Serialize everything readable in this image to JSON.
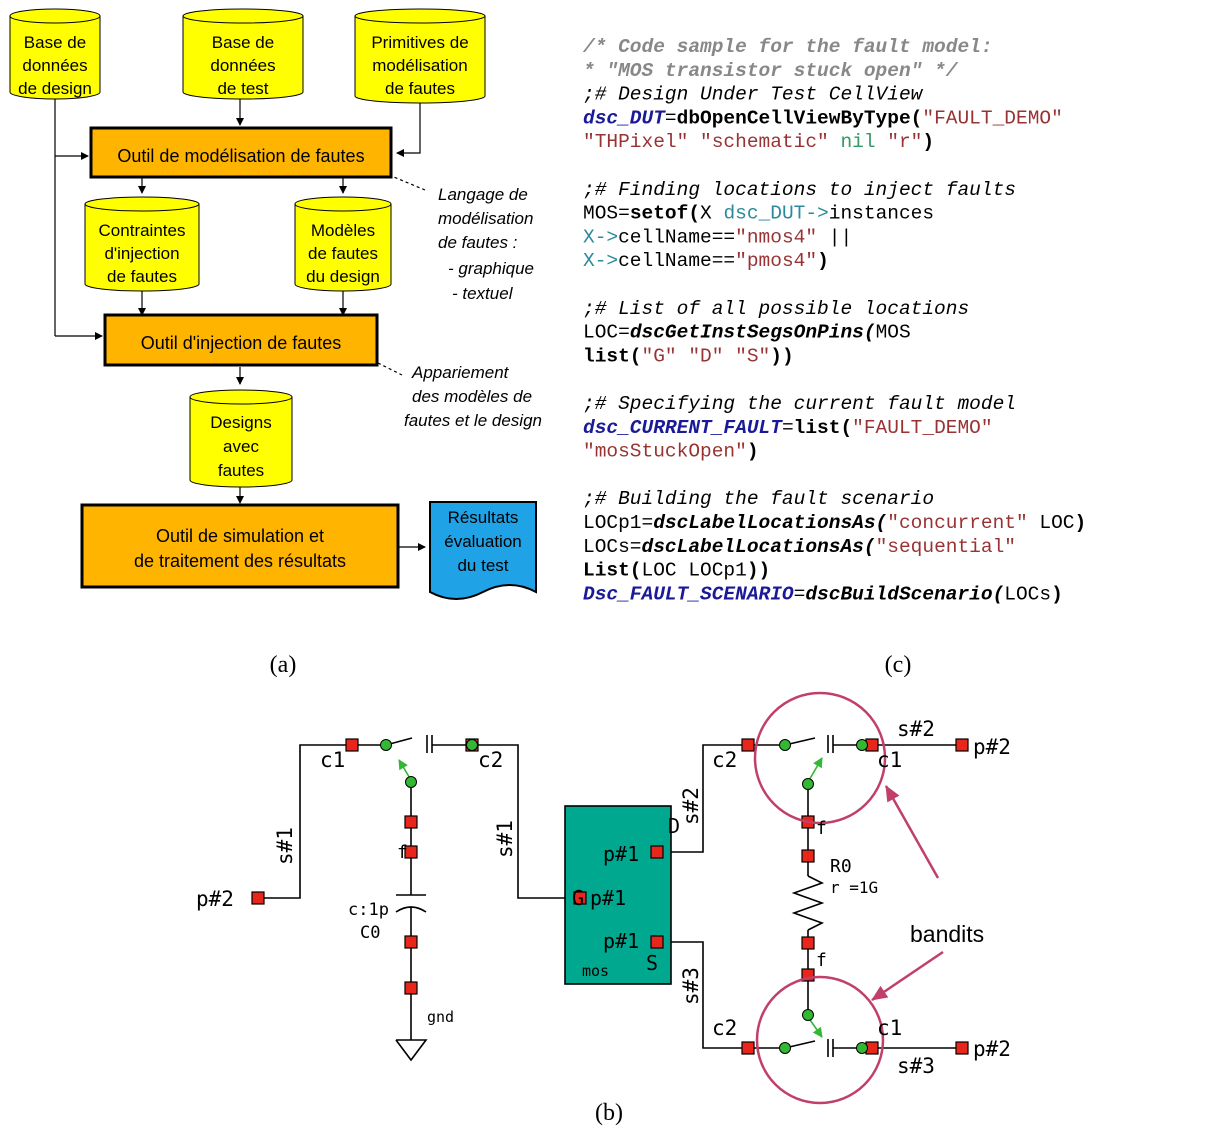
{
  "colors": {
    "cylinder_fill": "#ffff00",
    "box_fill": "#ffb400",
    "results_fill": "#1fa2e6",
    "mos_fill": "#00a890",
    "pin_fill": "#e8261c",
    "node_fill": "#33b833",
    "circle_stroke": "#c0406a",
    "arrow_color": "#c0406a",
    "code_comment": "#888888",
    "code_keyword": "#1a1a99",
    "code_string": "#993333",
    "code_nil": "#339966",
    "code_teal": "#2a8a9a"
  },
  "panel_a": {
    "db_design": [
      "Base de",
      "données",
      "de design"
    ],
    "db_test": [
      "Base de",
      "données",
      "de test"
    ],
    "primitives": [
      "Primitives de",
      "modélisation",
      "de fautes"
    ],
    "tool_model": "Outil de modélisation de fautes",
    "constraints": [
      "Contraintes",
      "d'injection",
      "de fautes"
    ],
    "fault_models": [
      "Modèles",
      "de fautes",
      "du design"
    ],
    "lang_note": [
      "Langage de",
      "modélisation",
      "de fautes :",
      "- graphique",
      "- textuel"
    ],
    "tool_inject": "Outil d'injection de fautes",
    "match_note": [
      "Appariement",
      "des modèles de",
      "fautes et le design"
    ],
    "faulty_designs": [
      "Designs",
      "avec",
      "fautes"
    ],
    "tool_sim": [
      "Outil de simulation et",
      "de traitement des résultats"
    ],
    "results": [
      "Résultats",
      "évaluation",
      "du test"
    ],
    "label": "(a)"
  },
  "panel_c": {
    "label": "(c)",
    "lines": [
      [
        {
          "t": "/* Code sample for the fault model:",
          "c": "comment"
        }
      ],
      [
        {
          "t": " * \"MOS transistor stuck open\" */",
          "c": "comment"
        }
      ],
      [
        {
          "t": ";# Design Under Test CellView",
          "c": "italic"
        }
      ],
      [
        {
          "t": "dsc_DUT",
          "c": "kwi"
        },
        {
          "t": "=",
          "c": "plain"
        },
        {
          "t": "dbOpenCellViewByType(",
          "c": "bold"
        },
        {
          "t": "\"FAULT_DEMO\"",
          "c": "string"
        }
      ],
      [
        {
          "t": "        ",
          "c": "plain"
        },
        {
          "t": "\"THPixel\" \"schematic\"",
          "c": "string"
        },
        {
          "t": " nil ",
          "c": "nil"
        },
        {
          "t": "\"r\"",
          "c": "string"
        },
        {
          "t": ")",
          "c": "bold"
        }
      ],
      [
        {
          "t": "",
          "c": "plain"
        }
      ],
      [
        {
          "t": ";# Finding locations to inject faults",
          "c": "italic"
        }
      ],
      [
        {
          "t": "MOS=",
          "c": "plain"
        },
        {
          "t": "setof(",
          "c": "bold"
        },
        {
          "t": "X ",
          "c": "plain"
        },
        {
          "t": "dsc_DUT->",
          "c": "teal"
        },
        {
          "t": "instances",
          "c": "plain"
        }
      ],
      [
        {
          "t": "         ",
          "c": "plain"
        },
        {
          "t": "X->",
          "c": "teal"
        },
        {
          "t": "cellName==",
          "c": "plain"
        },
        {
          "t": "\"nmos4\"",
          "c": "string"
        },
        {
          "t": " ||",
          "c": "plain"
        }
      ],
      [
        {
          "t": "         ",
          "c": "plain"
        },
        {
          "t": "X->",
          "c": "teal"
        },
        {
          "t": "cellName==",
          "c": "plain"
        },
        {
          "t": "\"pmos4\"",
          "c": "string"
        },
        {
          "t": ")",
          "c": "bold"
        }
      ],
      [
        {
          "t": "",
          "c": "plain"
        }
      ],
      [
        {
          "t": ";# List of all possible locations",
          "c": "italic"
        }
      ],
      [
        {
          "t": "LOC=",
          "c": "plain"
        },
        {
          "t": "dscGetInstSegsOnPins(",
          "c": "kwb"
        },
        {
          "t": "MOS",
          "c": "plain"
        }
      ],
      [
        {
          "t": "         ",
          "c": "plain"
        },
        {
          "t": "list(",
          "c": "bold"
        },
        {
          "t": "\"G\" \"D\" \"S\"",
          "c": "string"
        },
        {
          "t": "))",
          "c": "bold"
        }
      ],
      [
        {
          "t": "",
          "c": "plain"
        }
      ],
      [
        {
          "t": ";# Specifying the current fault model",
          "c": "italic"
        }
      ],
      [
        {
          "t": "dsc_CURRENT_FAULT",
          "c": "kwi"
        },
        {
          "t": "=",
          "c": "plain"
        },
        {
          "t": "list(",
          "c": "bold"
        },
        {
          "t": "\"FAULT_DEMO\"",
          "c": "string"
        }
      ],
      [
        {
          "t": "         ",
          "c": "plain"
        },
        {
          "t": "\"mosStuckOpen\"",
          "c": "string"
        },
        {
          "t": ")",
          "c": "bold"
        }
      ],
      [
        {
          "t": "",
          "c": "plain"
        }
      ],
      [
        {
          "t": ";# Building the fault scenario",
          "c": "italic"
        }
      ],
      [
        {
          "t": "LOCp1=",
          "c": "plain"
        },
        {
          "t": "dscLabelLocationsAs(",
          "c": "kwb"
        },
        {
          "t": "\"concurrent\"",
          "c": "string"
        },
        {
          "t": " LOC",
          "c": "plain"
        },
        {
          "t": ")",
          "c": "bold"
        }
      ],
      [
        {
          "t": "LOCs=",
          "c": "plain"
        },
        {
          "t": "dscLabelLocationsAs(",
          "c": "kwb"
        },
        {
          "t": "\"sequential\"",
          "c": "string"
        }
      ],
      [
        {
          "t": "         ",
          "c": "plain"
        },
        {
          "t": "List(",
          "c": "bold"
        },
        {
          "t": "LOC LOCp1",
          "c": "plain"
        },
        {
          "t": "))",
          "c": "bold"
        }
      ],
      [
        {
          "t": " ",
          "c": "plain"
        },
        {
          "t": "Dsc_FAULT_SCENARIO",
          "c": "kwi"
        },
        {
          "t": "=",
          "c": "plain"
        },
        {
          "t": "dscBuildScenario(",
          "c": "kwb"
        },
        {
          "t": "LOCs",
          "c": "plain"
        },
        {
          "t": ")",
          "c": "bold"
        }
      ]
    ]
  },
  "panel_b": {
    "label": "(b)",
    "bandits": "bandits",
    "p2": "p#2",
    "p1": "p#1",
    "s1": "s#1",
    "s2": "s#2",
    "s3": "s#3",
    "c1": "c1",
    "c2": "c2",
    "f": "f",
    "cap_val": "c:1p",
    "cap_name": "C0",
    "gnd": "gnd",
    "pin_d": "D",
    "pin_g": "G",
    "pin_s": "S",
    "mos": "mos",
    "res_name": "R0",
    "res_val": "r =1G"
  }
}
